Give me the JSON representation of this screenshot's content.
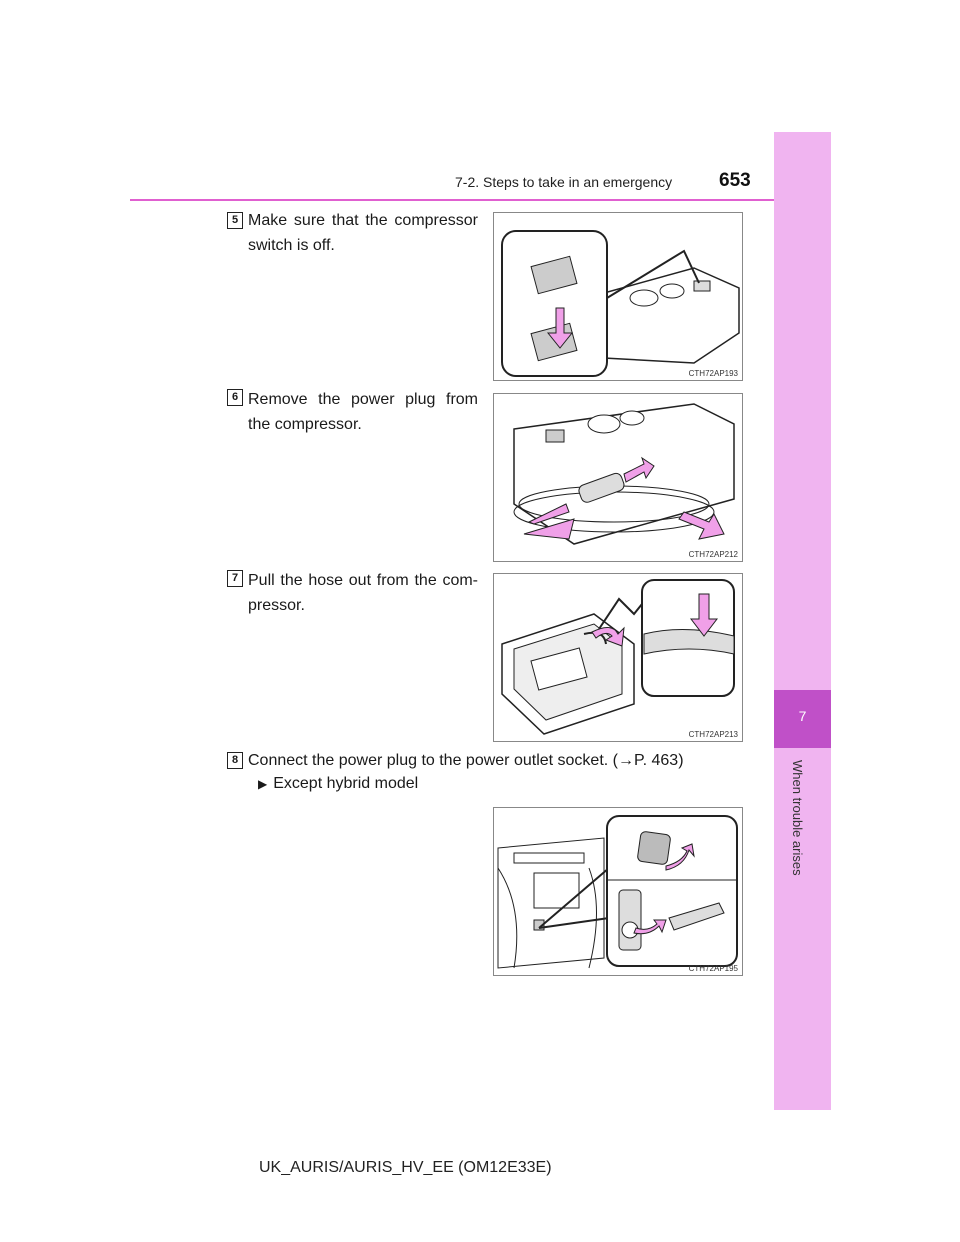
{
  "header": {
    "section_title": "7-2. Steps to take in an emergency",
    "page_number": "653"
  },
  "side_tab": {
    "chapter_number": "7",
    "chapter_label": "When trouble arises"
  },
  "steps": [
    {
      "number": "5",
      "text": "Make sure that the compressor switch is off.",
      "figure_code": "CTH72AP193"
    },
    {
      "number": "6",
      "text": "Remove the power plug from the compressor.",
      "figure_code": "CTH72AP212"
    },
    {
      "number": "7",
      "text": "Pull the hose out from the com- pressor.",
      "figure_code": "CTH72AP213"
    },
    {
      "number": "8",
      "text": "Connect the power plug to the power outlet socket. (→P. 463)"
    }
  ],
  "bullet": {
    "symbol": "▶",
    "text": "Except hybrid model",
    "figure_code": "CTH72AP195"
  },
  "footer": {
    "doc_code": "UK_AURIS/AURIS_HV_EE (OM12E33E)"
  },
  "colors": {
    "accent": "#e060d0",
    "tab": "#f0b4f0",
    "tab_dark": "#c050c8",
    "arrow_fill": "#f0a0e8"
  }
}
